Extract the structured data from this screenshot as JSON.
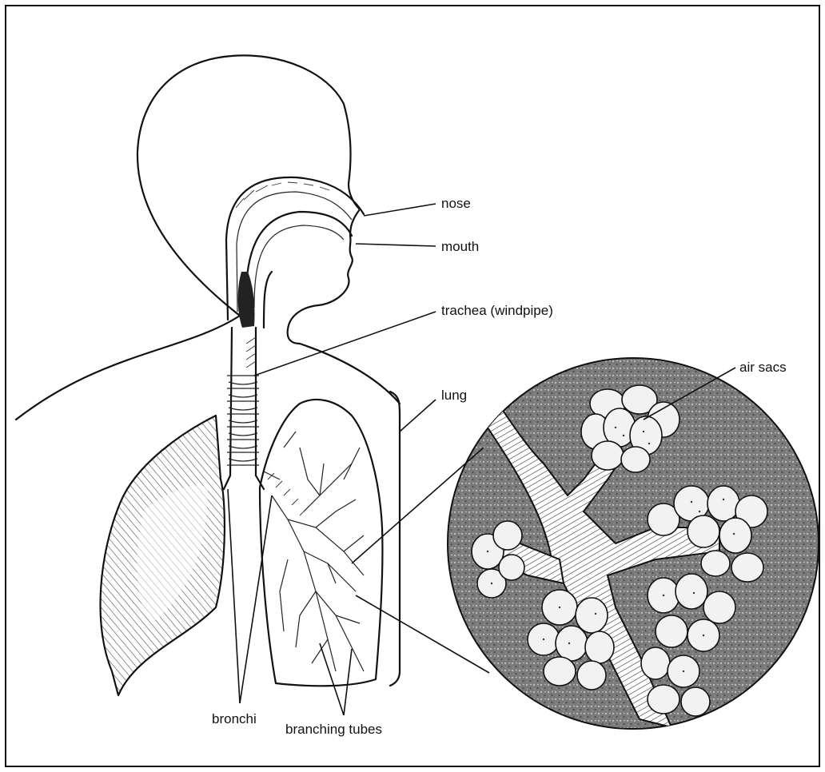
{
  "labels": {
    "nose": "nose",
    "mouth": "mouth",
    "trachea": "trachea (windpipe)",
    "lung": "lung",
    "air_sacs": "air sacs",
    "bronchi": "bronchi",
    "branching_tubes": "branching tubes"
  },
  "colors": {
    "ink": "#111111",
    "paper": "#ffffff",
    "magnified_background": "#6e6e6e",
    "air_sac_fill": "#f2f2f2"
  }
}
